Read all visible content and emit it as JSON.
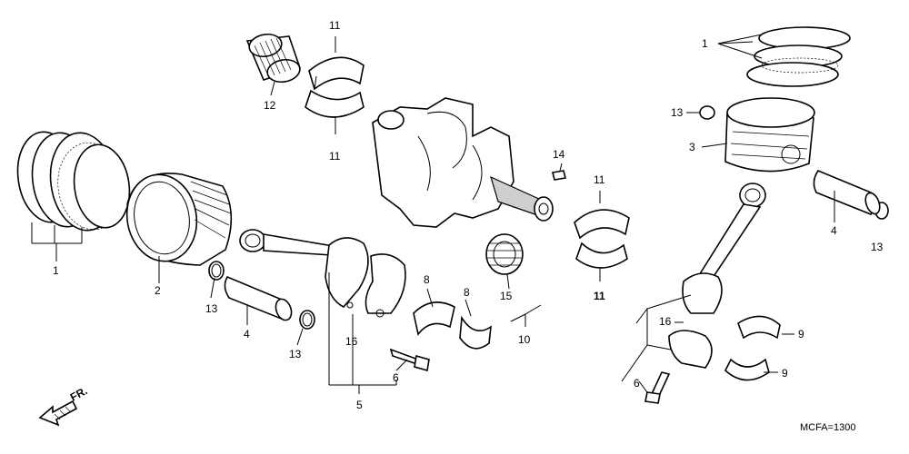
{
  "diagram": {
    "code": "MCFA=1300",
    "direction_label": "FR.",
    "callouts": {
      "c1a": "1",
      "c1b": "1",
      "c2": "2",
      "c3": "3",
      "c4a": "4",
      "c4b": "4",
      "c5": "5",
      "c6a": "6",
      "c6b": "6",
      "c8a": "8",
      "c8b": "8",
      "c9a": "9",
      "c9b": "9",
      "c10": "10",
      "c11a": "11",
      "c11b": "11",
      "c11c": "11",
      "c11d": "11",
      "c12": "12",
      "c13a": "13",
      "c13b": "13",
      "c13c": "13",
      "c13d": "13",
      "c14": "14",
      "c15": "15",
      "c16a": "16",
      "c16b": "16"
    }
  }
}
